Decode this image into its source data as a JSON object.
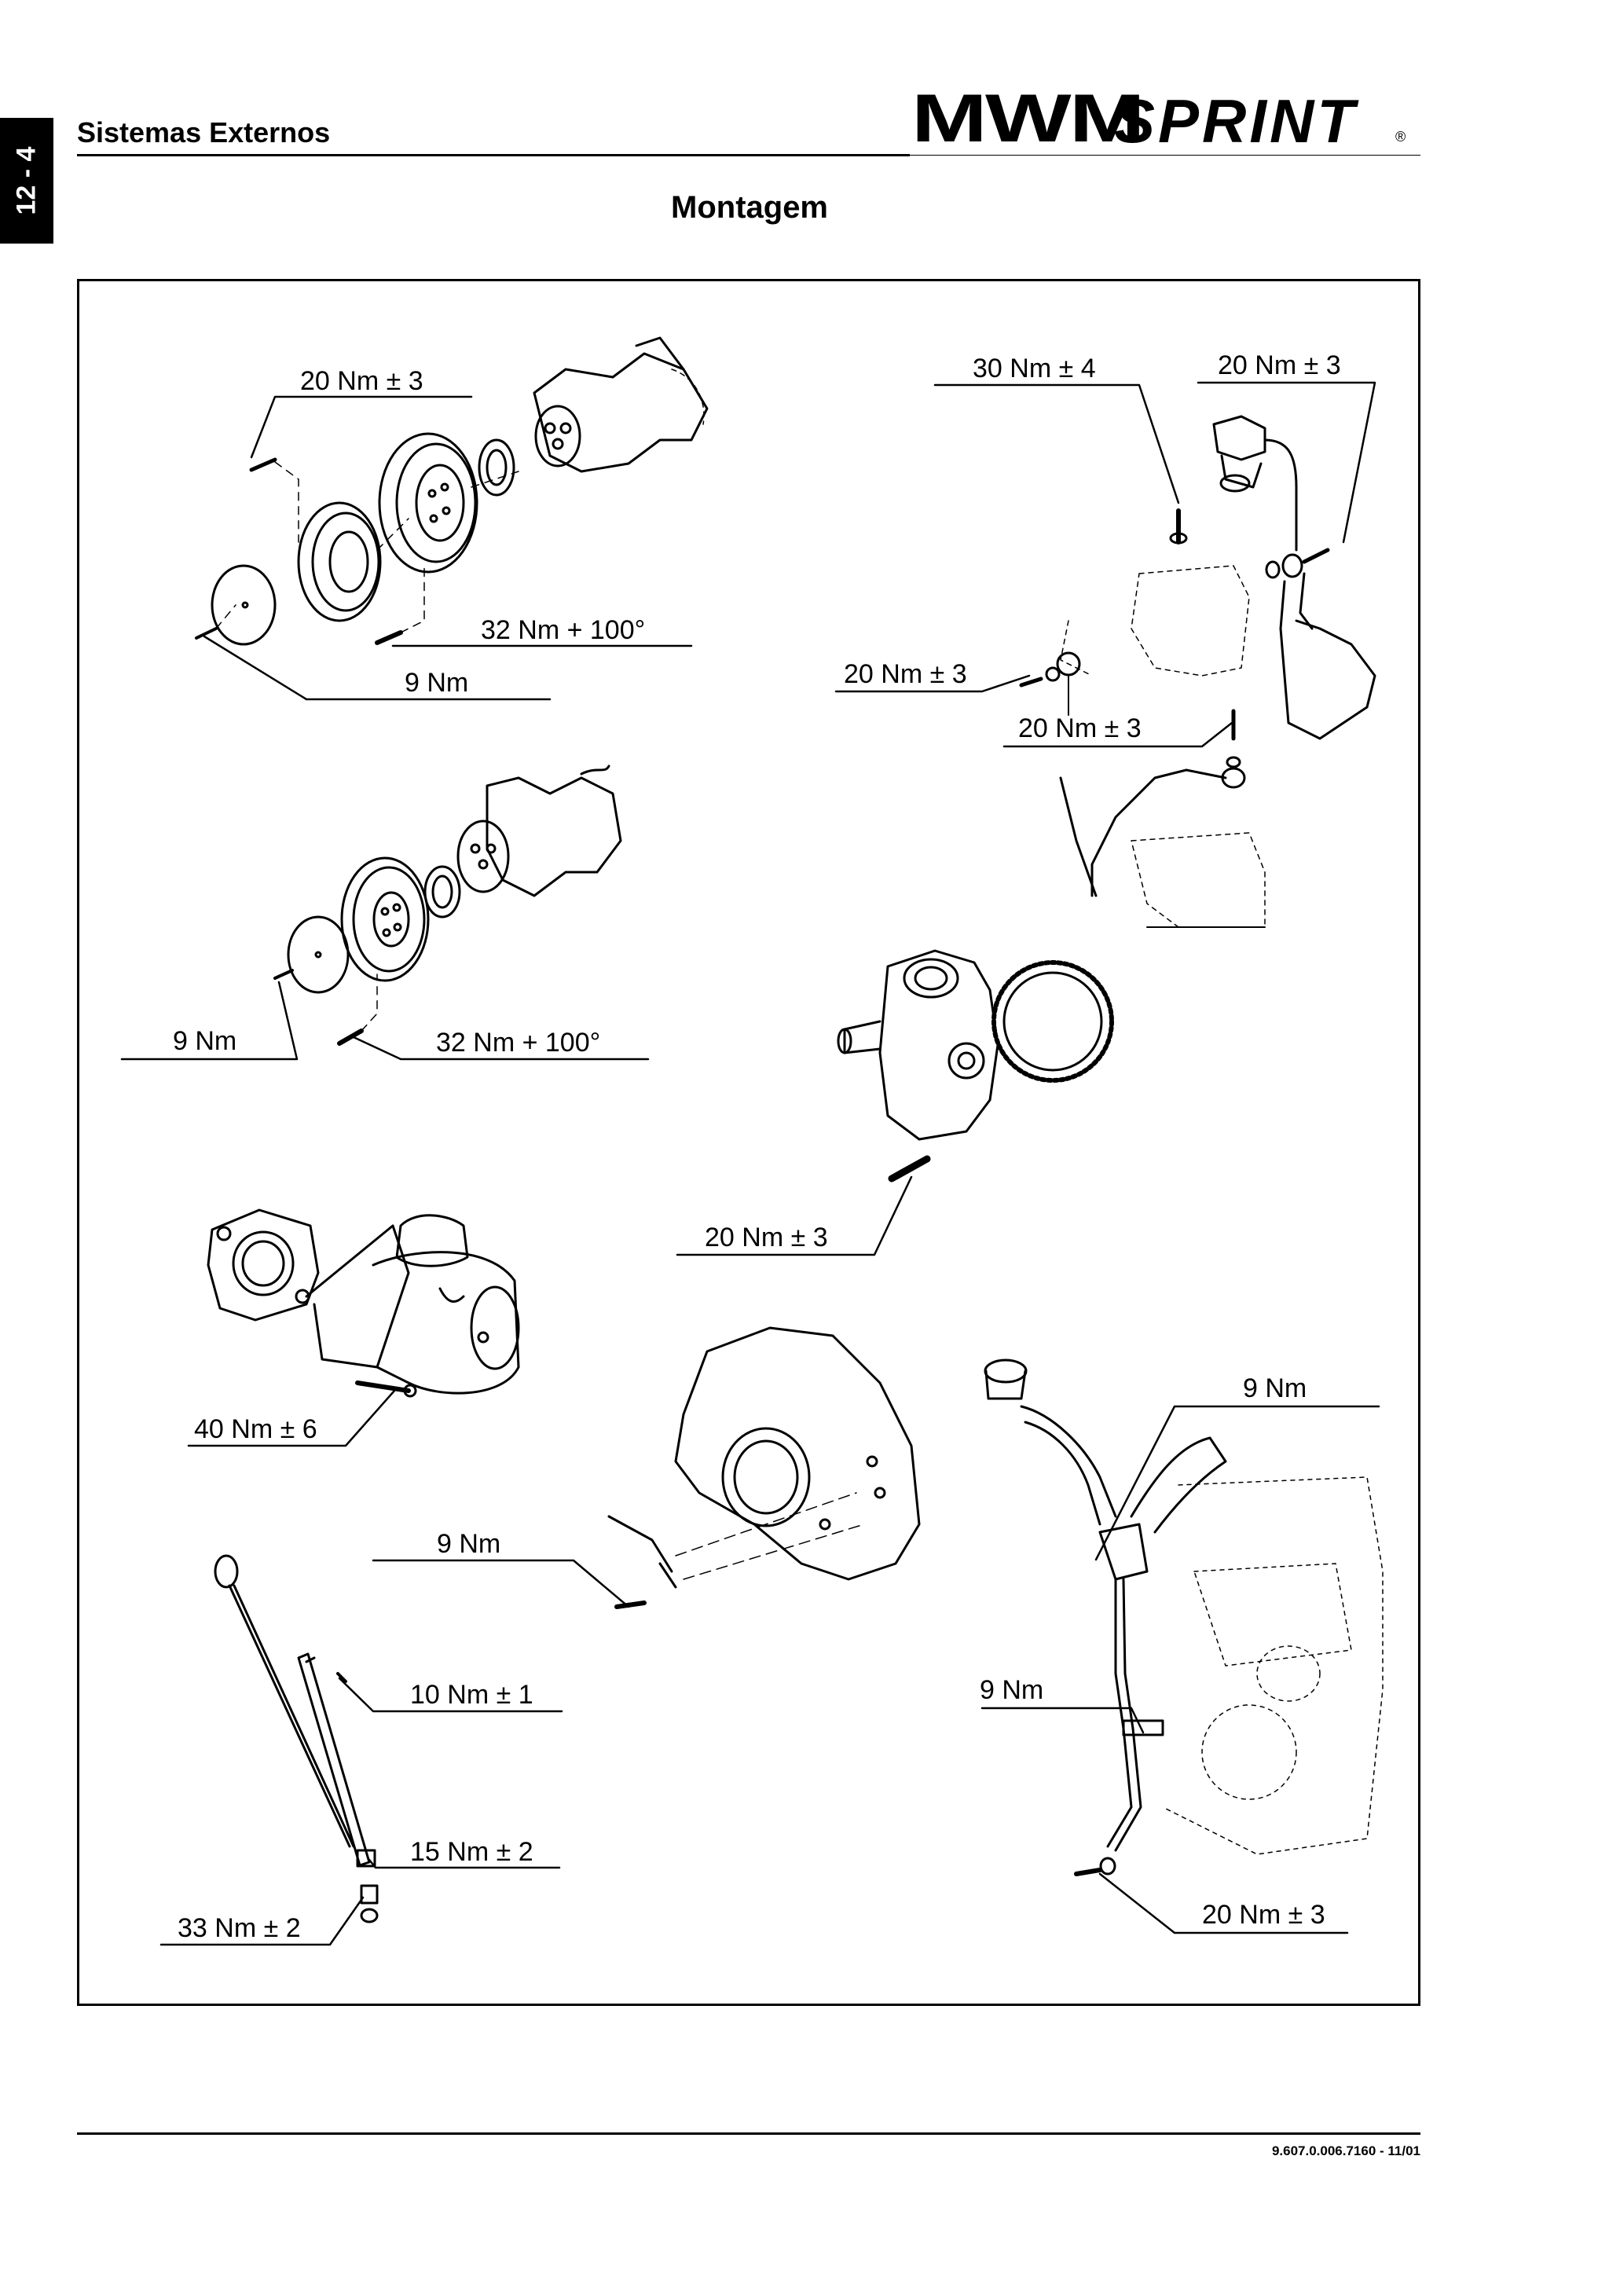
{
  "page": {
    "tab": "12 - 4",
    "section": "Sistemas Externos",
    "title": "Montagem",
    "doc_number": "9.607.0.006.7160 - 11/01"
  },
  "logo": {
    "mwm": "MWM",
    "sprint": "SPRINT",
    "reg": "®"
  },
  "labels": [
    "20 Nm ± 3",
    "32 Nm + 100°",
    "9 Nm",
    "9 Nm",
    "32 Nm + 100°",
    "40 Nm ± 6",
    "9 Nm",
    "10 Nm ± 1",
    "15 Nm ± 2",
    "33 Nm ± 2",
    "30 Nm ± 4",
    "20 Nm ± 3",
    "20 Nm ± 3",
    "20 Nm ± 3",
    "20 Nm ± 3",
    "9 Nm",
    "9 Nm",
    "20 Nm ± 3"
  ]
}
